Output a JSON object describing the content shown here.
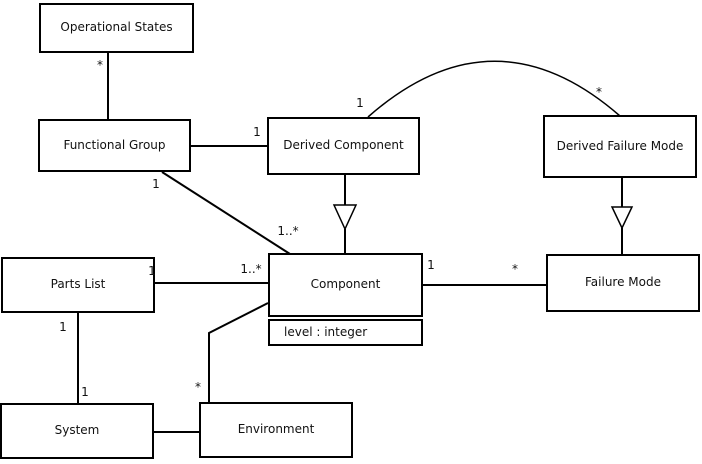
{
  "diagram_type": "uml-class-diagram",
  "colors": {
    "background": "#ffffff",
    "line": "#000000",
    "box_fill": "#ffffff",
    "text": "#111111"
  },
  "classes": {
    "operational_states": {
      "label": "Operational States"
    },
    "functional_group": {
      "label": "Functional Group"
    },
    "derived_component": {
      "label": "Derived Component"
    },
    "derived_failure_mode": {
      "label": "Derived Failure Mode"
    },
    "parts_list": {
      "label": "Parts List"
    },
    "component": {
      "label": "Component",
      "attribute": "level : integer"
    },
    "failure_mode": {
      "label": "Failure Mode"
    },
    "system": {
      "label": "System"
    },
    "environment": {
      "label": "Environment"
    }
  },
  "multiplicities": {
    "os_fg_star": "*",
    "fg_dc_one": "1",
    "fg_comp_one": "1",
    "fg_comp_many": "1..*",
    "pl_comp_one": "1",
    "pl_comp_many": "1..*",
    "comp_fm_one": "1",
    "comp_fm_star": "*",
    "pl_sys_one_top": "1",
    "pl_sys_one_bottom": "1",
    "comp_env_star": "*",
    "dc_dfm_one": "1",
    "dc_dfm_star": "*"
  },
  "relationships": [
    {
      "type": "association",
      "from": "Operational States",
      "to": "Functional Group",
      "from_end_label": "*"
    },
    {
      "type": "association",
      "from": "Functional Group",
      "to": "Derived Component",
      "to_end_label": "1"
    },
    {
      "type": "association",
      "from": "Functional Group",
      "to": "Component",
      "from_end_label": "1",
      "to_end_label": "1..*"
    },
    {
      "type": "association",
      "from": "Parts List",
      "to": "Component",
      "from_end_label": "1",
      "to_end_label": "1..*"
    },
    {
      "type": "association",
      "from": "Component",
      "to": "Failure Mode",
      "from_end_label": "1",
      "to_end_label": "*"
    },
    {
      "type": "association",
      "from": "Parts List",
      "to": "System",
      "from_end_label": "1",
      "to_end_label": "1"
    },
    {
      "type": "association",
      "from": "System",
      "to": "Environment"
    },
    {
      "type": "association",
      "from": "Component",
      "to": "Environment",
      "to_end_label": "*"
    },
    {
      "type": "association-arc",
      "from": "Derived Component",
      "to": "Derived Failure Mode",
      "from_end_label": "1",
      "to_end_label": "*"
    },
    {
      "type": "generalization",
      "from": "Derived Component",
      "to": "Component"
    },
    {
      "type": "generalization",
      "from": "Derived Failure Mode",
      "to": "Failure Mode"
    }
  ]
}
